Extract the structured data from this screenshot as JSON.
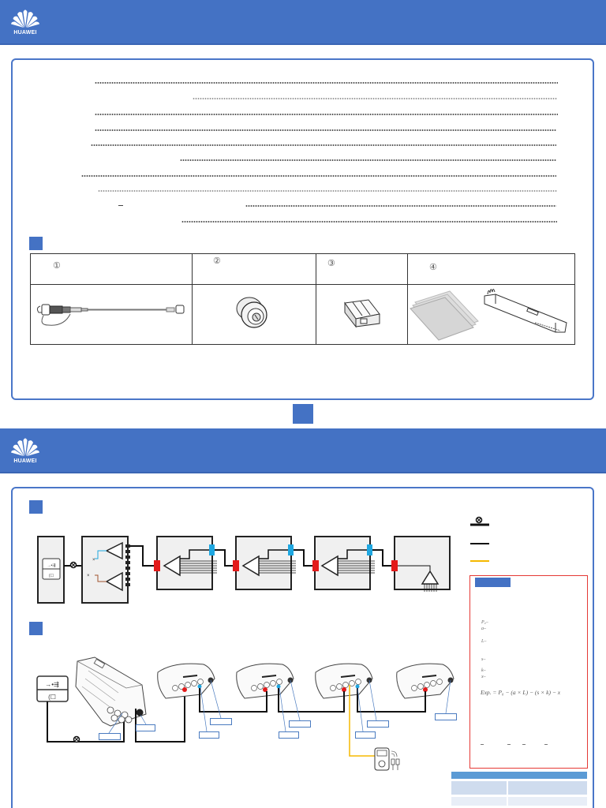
{
  "brand": {
    "name": "HUAWEI",
    "header_color": "#4472c4"
  },
  "page1": {
    "toc_rows": [
      {
        "text": "",
        "style": "dark"
      },
      {
        "text": "",
        "style": "light"
      },
      {
        "text": "",
        "style": "dark"
      },
      {
        "text": "",
        "style": "dark"
      },
      {
        "text": "",
        "style": "dark"
      },
      {
        "text": "",
        "style": "dark"
      },
      {
        "text": "",
        "style": "dark"
      },
      {
        "text": "",
        "style": "light"
      },
      {
        "text": "",
        "style": "dark"
      },
      {
        "text": "",
        "style": "dark"
      }
    ],
    "parts_table": {
      "columns": [
        {
          "number": "①",
          "item": "pre-connectorized-drop-cable"
        },
        {
          "number": "②",
          "item": "waterproof-connector"
        },
        {
          "number": "③",
          "item": "fiber-adapter"
        },
        {
          "number": "④",
          "item": "cleaning-wipes-and-fiber-cleaner-pen"
        }
      ]
    }
  },
  "page2": {
    "legend": [
      {
        "icon": "splice-closure-icon",
        "label": ""
      },
      {
        "icon": "fiber-line-black",
        "label": ""
      },
      {
        "icon": "fiber-line-yellow",
        "label": ""
      }
    ],
    "formula_box": {
      "variables": [
        "P₀–",
        "a–",
        "L–",
        "s–",
        "k–",
        "x–"
      ],
      "formula": "Exp. = P₀ − (a × L) − (s × k) − x",
      "border_color": "#e53935"
    },
    "colors": {
      "connector_red": "#e31b1b",
      "connector_blue": "#1ea7e1",
      "test_line_yellow": "#f5b800",
      "label_box_border": "#4a7bc0"
    }
  }
}
